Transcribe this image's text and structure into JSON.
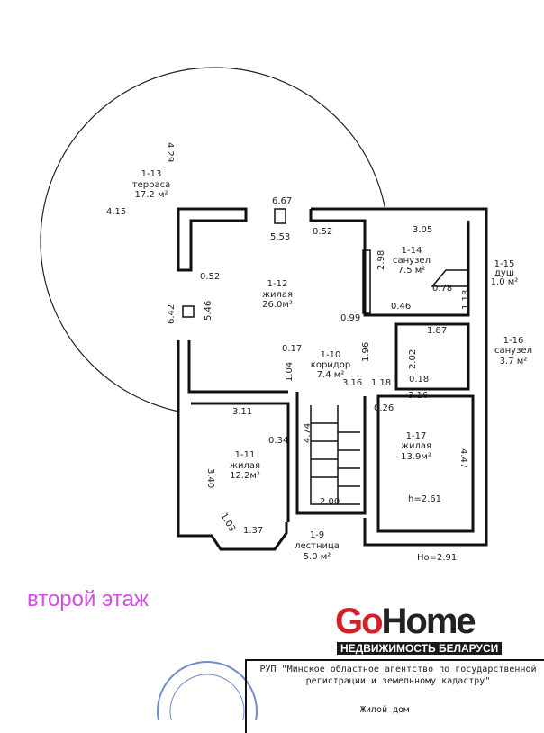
{
  "rooms": [
    {
      "id": "1-13",
      "name": "терраса",
      "area": "17.2 м²"
    },
    {
      "id": "1-12",
      "name": "жилая",
      "area": "26.0м²"
    },
    {
      "id": "1-14",
      "name": "санузел",
      "area": "7.5 м²"
    },
    {
      "id": "1-15",
      "name": "душ",
      "area": "1.0 м²"
    },
    {
      "id": "1-16",
      "name": "санузел",
      "area": "3.7 м²"
    },
    {
      "id": "1-10",
      "name": "коридор",
      "area": "7.4 м²"
    },
    {
      "id": "1-11",
      "name": "жилая",
      "area": "12.2м²"
    },
    {
      "id": "1-17",
      "name": "жилая",
      "area": "13.9м²"
    },
    {
      "id": "1-9",
      "name": "лестница",
      "area": "5.0 м²"
    }
  ],
  "dims": [
    "4.29",
    "4.15",
    "6.67",
    "5.53",
    "0.52",
    "3.05",
    "2.98",
    "0.52",
    "6.42",
    "5.46",
    "0.78",
    "1.18",
    "0.99",
    "0.46",
    "1.87",
    "0.17",
    "1.04",
    "1.96",
    "2.02",
    "0.18",
    "3.16",
    "1.18",
    "3.16",
    "0.26",
    "3.11",
    "0.34",
    "4.74",
    "3.40",
    "4.47",
    "1.03",
    "1.37",
    "2.00"
  ],
  "heights": {
    "room": "h=2.61",
    "building": "Hо=2.91"
  },
  "floor_label": "второй этаж",
  "stamp": {
    "org": "РУП \"Минское областное агентство по государственной регистрации и земельному кадастру\"",
    "doc": "Жилой дом"
  },
  "watermark": {
    "go": "Go",
    "home": "Home",
    "slogan": "НЕДВИЖИМОСТЬ БЕЛАРУСИ"
  }
}
